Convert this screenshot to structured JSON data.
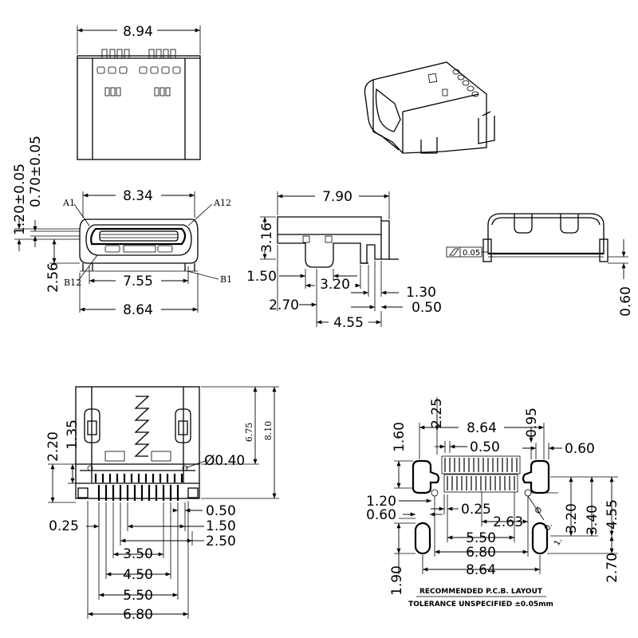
{
  "top_view": {
    "width": "8.94"
  },
  "front_view": {
    "top_width": "8.34",
    "inner_width": "7.55",
    "bottom_width": "8.64",
    "height_a": "1.20±0.05",
    "height_b": "0.70±0.05",
    "height_c": "2.56",
    "pin_a1": "A1",
    "pin_a12": "A12",
    "pin_b12": "B12",
    "pin_b1": "B1"
  },
  "side_view": {
    "length": "7.90",
    "height": "3.16",
    "d1": "1.50",
    "d2": "3.20",
    "d3": "1.30",
    "d4": "2.70",
    "d5": "0.50",
    "d6": "4.55"
  },
  "back_view": {
    "flatness": "0.05",
    "standoff": "0.60"
  },
  "bottom_view": {
    "d_220": "2.20",
    "d_135": "1.35",
    "d_675": "6.75",
    "d_810": "8.10",
    "hole": "Ø0.40",
    "pitch": "0.50",
    "d_025": "0.25",
    "d_150": "1.50",
    "d_250": "2.50",
    "d_350": "3.50",
    "d_450": "4.50",
    "d_550": "5.50",
    "d_680": "6.80"
  },
  "pcb_layout": {
    "d_225": "2.25",
    "d_864_top": "8.64",
    "d_095": "0.95",
    "d_160": "1.60",
    "d_050": "0.50",
    "d_060_top": "0.60",
    "d_120": "1.20",
    "d_025": "0.25",
    "d_263": "2.63",
    "d_060_left": "0.60",
    "d_550": "5.50",
    "d_680": "6.80",
    "d_864_bottom": "8.64",
    "d_320": "3.20",
    "d_340": "3.40",
    "d_455": "4.55",
    "d_270": "2.70",
    "d_190": "1.90",
    "hole_dia": "Ø",
    "slot_w": "0.",
    "slot_l": "1.",
    "caption": "RECOMMENDED  P.C.B.  LAYOUT",
    "tolerance": "TOLERANCE  UNSPECIFIED  ±0.05mm"
  }
}
